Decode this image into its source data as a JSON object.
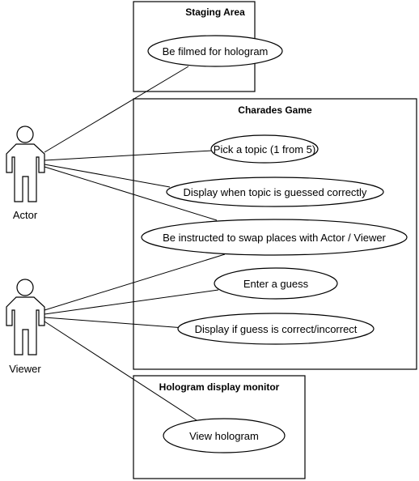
{
  "systems": {
    "staging": "Staging Area",
    "charades": "Charades Game",
    "hologram": "Hologram display monitor"
  },
  "actors": {
    "actor": "Actor",
    "viewer": "Viewer"
  },
  "use_cases": {
    "filmed": "Be filmed for hologram",
    "pick_topic": "Pick a topic (1 from 5)",
    "display_guessed": "Display when topic is guessed correctly",
    "swap": "Be instructed to swap places with Actor / Viewer",
    "enter_guess": "Enter a guess",
    "display_correct": "Display if guess is correct/incorrect",
    "view_hologram": "View hologram"
  }
}
